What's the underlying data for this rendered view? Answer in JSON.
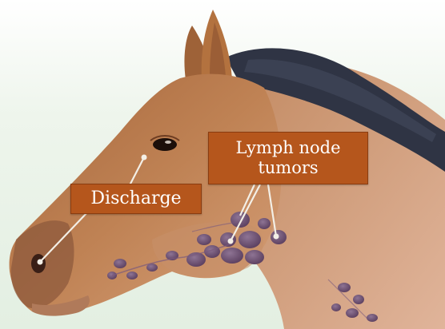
{
  "labels": {
    "lymph_node_tumors": "Lymph node tumors",
    "discharge": "Discharge"
  },
  "colors": {
    "label_background": "#b5561c",
    "label_text": "#ffffff",
    "coat": "#b97a4e",
    "mane": "#2f3444",
    "tumor": "#6a4e6e",
    "pointer": "#f3efe6",
    "background": "#e9f2e8"
  },
  "illustration": {
    "subject": "horse-head-profile",
    "marked_sites": [
      "eye",
      "nostril",
      "lymph-node-cluster"
    ]
  }
}
